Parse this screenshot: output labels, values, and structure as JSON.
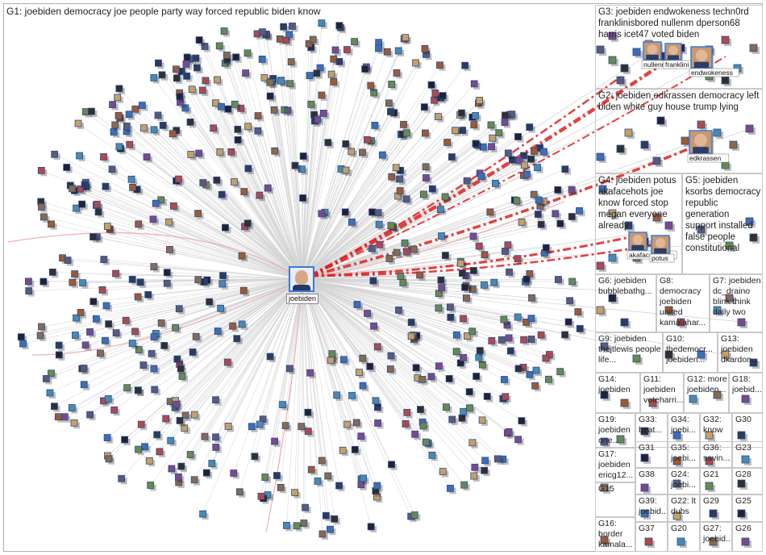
{
  "title": "G1: joebiden democracy joe people party way forced republic biden know",
  "hub": {
    "label": "joebiden"
  },
  "colors": {
    "edge": "#d2d2d2",
    "red_edge": "#e02020",
    "pink_edge": "#eaa0a0",
    "hub_border": "#3a7bd5"
  },
  "groups": [
    {
      "id": "G3",
      "label": "G3: joebiden endwokeness techn0rd franklinisbored nullenm dperson68 harris icet47 voted biden",
      "names": [
        "franklini",
        "nullenm",
        "endwokeness"
      ]
    },
    {
      "id": "G2",
      "label": "G2: joebiden edkrassen democracy left biden white guy house trump lying",
      "names": [
        "edkrassen"
      ]
    },
    {
      "id": "G4",
      "label": "G4: joebiden potus akafacehots joe know forced stop megan everyone already",
      "names": [
        "akafacehots",
        "potus"
      ]
    },
    {
      "id": "G5",
      "label": "G5: joebiden ksorbs democracy republic generation support installed false people constitutional"
    },
    {
      "id": "G6",
      "label": "G6: joebiden bubblebathg..."
    },
    {
      "id": "G8",
      "label": "G8: democracy joebiden united kamalahar..."
    },
    {
      "id": "G7",
      "label": "G7: joebiden dc_draino blink think daily two"
    },
    {
      "id": "G9",
      "label": "G9: joebiden thejtlewis people life..."
    },
    {
      "id": "G10",
      "label": "G10: thedemocr... joebiden..."
    },
    {
      "id": "G13",
      "label": "G13: joebiden dkardon..."
    },
    {
      "id": "G14",
      "label": "G14: joebiden"
    },
    {
      "id": "G11",
      "label": "G11: joebiden voteharri..."
    },
    {
      "id": "G12",
      "label": "G12: more joebiden..."
    },
    {
      "id": "G18",
      "label": "G18: joebid..."
    },
    {
      "id": "G19",
      "label": "G19: joebiden one..."
    },
    {
      "id": "G33",
      "label": "G33: beat..."
    },
    {
      "id": "G34",
      "label": "G34: joebi..."
    },
    {
      "id": "G32",
      "label": "G32: know"
    },
    {
      "id": "G30",
      "label": "G30"
    },
    {
      "id": "G17",
      "label": "G17: joebiden ericg12..."
    },
    {
      "id": "G31",
      "label": "G31"
    },
    {
      "id": "G35",
      "label": "G35: joebi..."
    },
    {
      "id": "G36",
      "label": "G36: savin..."
    },
    {
      "id": "G23",
      "label": "G23"
    },
    {
      "id": "G15",
      "label": "G15"
    },
    {
      "id": "G38",
      "label": "G38"
    },
    {
      "id": "G24",
      "label": "G24: joebi..."
    },
    {
      "id": "G21",
      "label": "G21"
    },
    {
      "id": "G28",
      "label": "G28"
    },
    {
      "id": "G39",
      "label": "G39: joebid..."
    },
    {
      "id": "G22",
      "label": "G22: lt dubs"
    },
    {
      "id": "G29",
      "label": "G29"
    },
    {
      "id": "G25",
      "label": "G25"
    },
    {
      "id": "G16",
      "label": "G16: border kamala..."
    },
    {
      "id": "G37",
      "label": "G37"
    },
    {
      "id": "G20",
      "label": "G20"
    },
    {
      "id": "G27",
      "label": "G27: joebid..."
    },
    {
      "id": "G26",
      "label": "G26"
    }
  ]
}
